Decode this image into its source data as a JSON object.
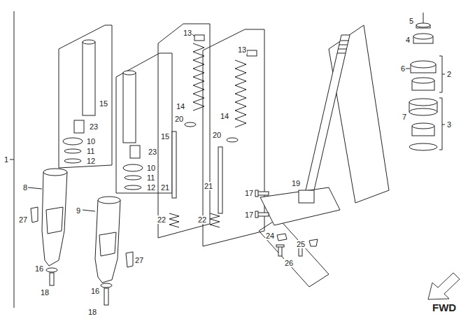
{
  "diagram": {
    "labels": [
      "13",
      "5",
      "4",
      "13",
      "6",
      "2",
      "15",
      "14",
      "7",
      "14",
      "20",
      "23",
      "3",
      "15",
      "20",
      "10",
      "11",
      "1",
      "12",
      "23",
      "10",
      "11",
      "19",
      "8",
      "12",
      "21",
      "21",
      "17",
      "9",
      "17",
      "22",
      "22",
      "27",
      "24",
      "25",
      "27",
      "26",
      "16",
      "18",
      "16",
      "FWD",
      "18"
    ]
  }
}
